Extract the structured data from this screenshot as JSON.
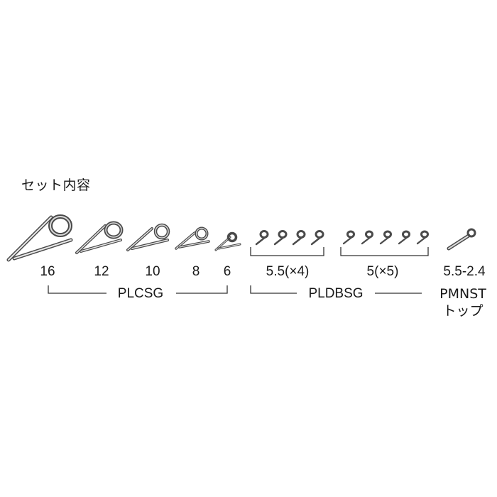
{
  "title": "セット内容",
  "colors": {
    "metal_light": "#e6e6e6",
    "metal_mid": "#a9a9a9",
    "metal_dark": "#4a4a4a",
    "line": "#333333"
  },
  "groups": [
    {
      "model": "PLCSG",
      "sizes": [
        "16",
        "12",
        "10",
        "8",
        "6"
      ]
    },
    {
      "model": "PLDBSG",
      "sizes": [
        "5.5(×4)"
      ]
    },
    {
      "model": "PLDBSG",
      "sizes": [
        "5(×5)"
      ]
    },
    {
      "model": "PMNST",
      "model_line2": "トップ",
      "sizes": [
        "5.5-2.4"
      ]
    }
  ]
}
